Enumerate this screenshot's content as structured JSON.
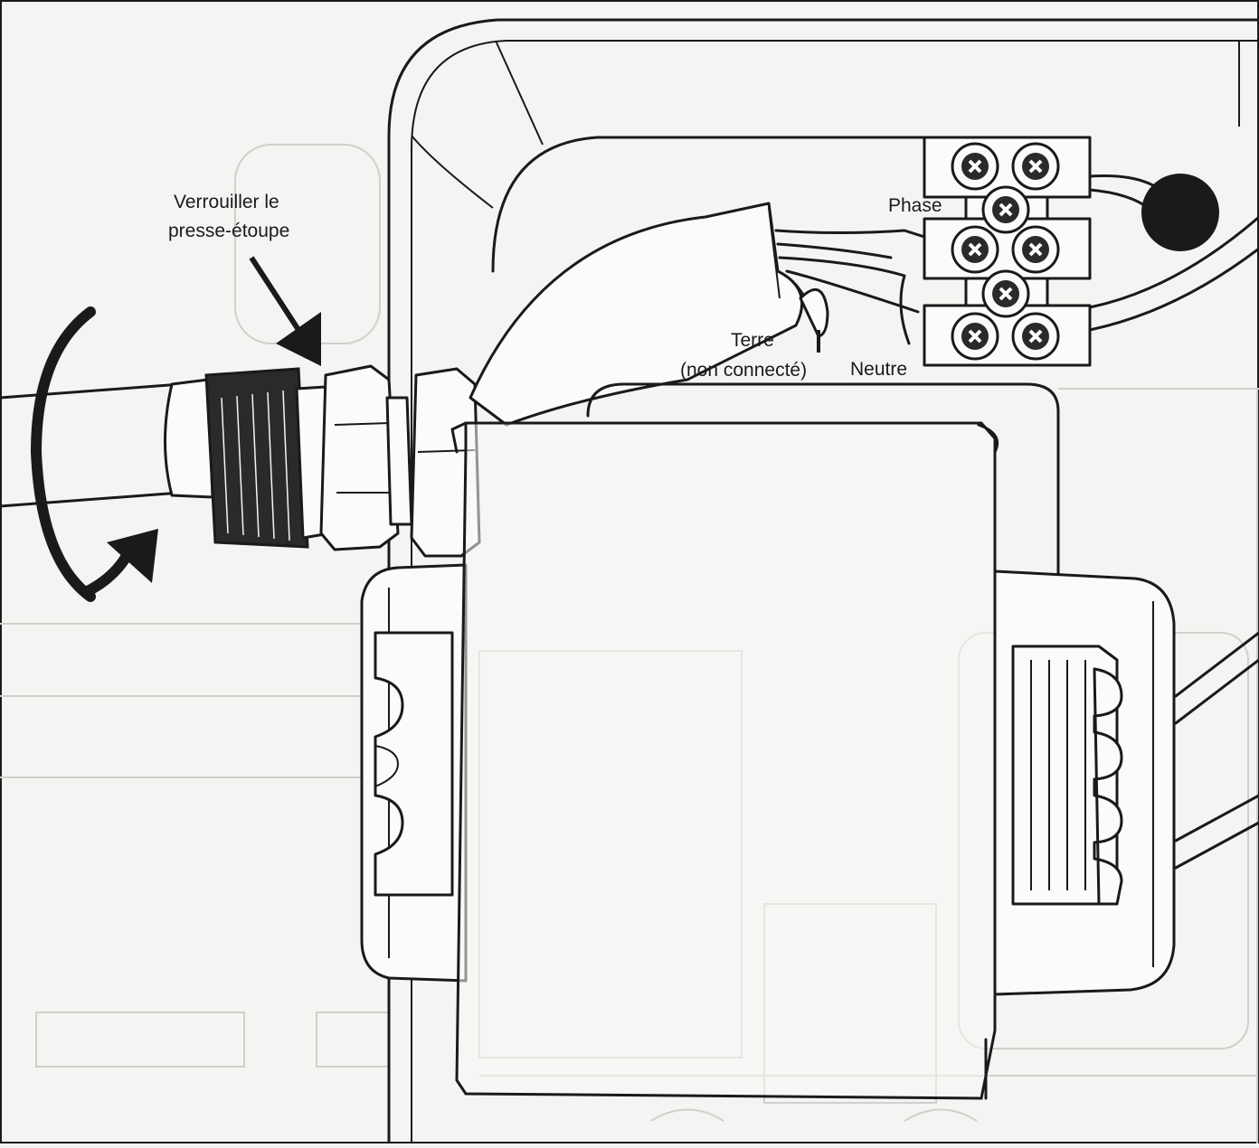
{
  "diagram": {
    "labels": {
      "lock_gland_line1": "Verrouiller le",
      "lock_gland_line2": "presse-étoupe",
      "phase": "Phase",
      "earth_line1": "Terre",
      "earth_line2": "(non connecté)",
      "neutral": "Neutre"
    },
    "colors": {
      "ink": "#1a1a1a",
      "paper": "#f4f4f2",
      "ghost": "#cfcfcb"
    },
    "icons": [
      "rotation-arrow-icon",
      "down-arrow-icon",
      "screw-x-icon"
    ]
  }
}
